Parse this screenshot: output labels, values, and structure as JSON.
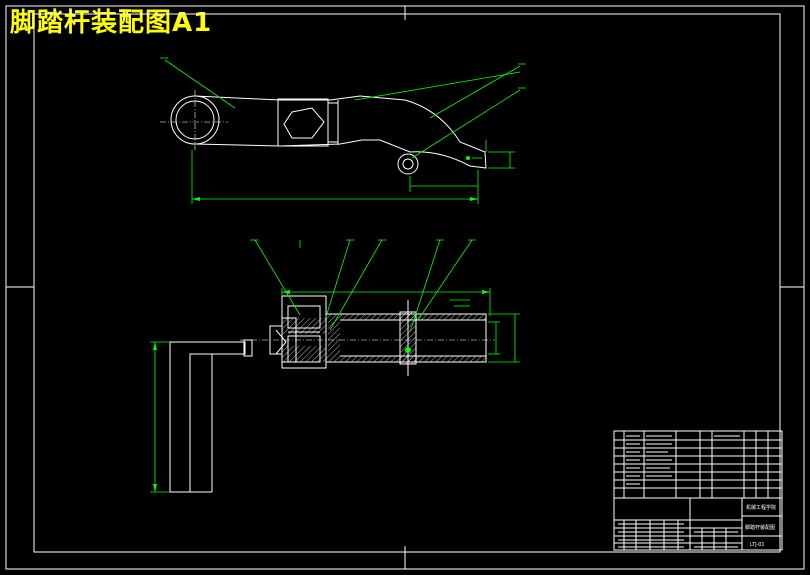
{
  "title": "脚踏杆装配图A1",
  "colors": {
    "background": "#000000",
    "outline": "#ffffff",
    "dimension": "#00ff00",
    "title": "#ffff00"
  },
  "title_block": {
    "part_name": "脚踏杆装配图",
    "drawing_no": "LTJ-01",
    "school": "机械工程学院"
  }
}
